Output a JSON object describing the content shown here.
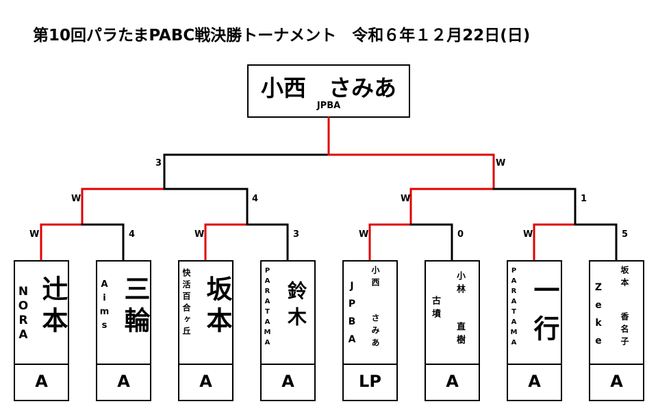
{
  "title": "第10回パラたまPABC戦決勝トーナメント　令和６年１２月22日(日)",
  "champion": {
    "name": "小西　さみあ",
    "team": "JPBA"
  },
  "line_colors": {
    "winner": "#e00000",
    "loser": "#000000"
  },
  "scores": {
    "final_left": "3",
    "final_right": "W",
    "semi1_left": "W",
    "semi1_right": "4",
    "semi2_left": "W",
    "semi2_right": "1",
    "qf1_left": "W",
    "qf1_right": "4",
    "qf2_left": "W",
    "qf2_right": "3",
    "qf3_left": "W",
    "qf3_right": "0",
    "qf4_left": "W",
    "qf4_right": "5"
  },
  "players": [
    {
      "team": "NORA",
      "name": "辻本",
      "class": "A"
    },
    {
      "team": "Aims",
      "name": "三輪",
      "class": "A"
    },
    {
      "team": "快活百合ヶ丘",
      "name": "坂本",
      "class": "A"
    },
    {
      "team": "PARATAMA",
      "name": "鈴木",
      "class": "A"
    },
    {
      "team": "JPBA",
      "name_family": "小西",
      "name_given": "さみあ",
      "class": "LP"
    },
    {
      "team": "古墳",
      "name_family": "小林",
      "name_given": "直樹",
      "class": "A"
    },
    {
      "team": "PARATAMA",
      "name": "一行",
      "class": "A"
    },
    {
      "team": "Zeke",
      "name_family": "坂本",
      "name_given": "香名子",
      "class": "A"
    }
  ]
}
